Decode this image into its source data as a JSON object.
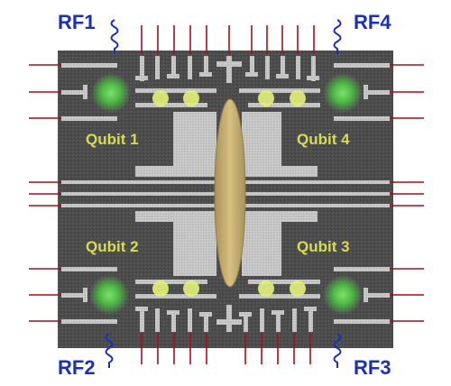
{
  "figure": {
    "rf_labels": {
      "rf1": "RF1",
      "rf2": "RF2",
      "rf3": "RF3",
      "rf4": "RF4"
    },
    "qubit_labels": {
      "q1": "Qubit 1",
      "q2": "Qubit 2",
      "q3": "Qubit 3",
      "q4": "Qubit 4"
    },
    "colors": {
      "label_blue": "#1c2fb8",
      "qubit_text": "#d7dc55",
      "lead_red": "#a50f1a",
      "chip_dark": "#4f4f4f",
      "gate_metal": "#c9c9c9",
      "center_gate": "#c8b06e",
      "dot_yellow": "#e2ee7a",
      "dot_green": "#49b84a"
    }
  }
}
